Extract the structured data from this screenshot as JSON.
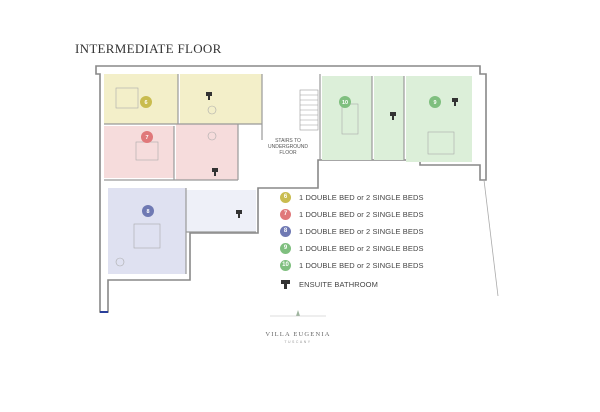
{
  "title": "INTERMEDIATE FLOOR",
  "stairs_label": "STAIRS TO UNDERGROUND FLOOR",
  "rooms": [
    {
      "id": "room-6-top",
      "number": "6",
      "color": "#c9bc4f",
      "fill": "#f3efc9"
    },
    {
      "id": "room-7",
      "number": "7",
      "color": "#e0787a",
      "fill": "#f6dcdc"
    },
    {
      "id": "room-8",
      "number": "8",
      "color": "#6f79b3",
      "fill": "#dfe1f1"
    },
    {
      "id": "room-10",
      "number": "10",
      "color": "#7fbf7f",
      "fill": "#dcefd9"
    },
    {
      "id": "room-9",
      "number": "9",
      "color": "#7fbf7f",
      "fill": "#dcefd9"
    }
  ],
  "legend": [
    {
      "number": "6",
      "color": "#c9bc4f",
      "text": "1 DOUBLE BED or 2 SINGLE BEDS"
    },
    {
      "number": "7",
      "color": "#e0787a",
      "text": "1 DOUBLE BED or 2 SINGLE BEDS"
    },
    {
      "number": "8",
      "color": "#6f79b3",
      "text": "1 DOUBLE BED or 2 SINGLE BEDS"
    },
    {
      "number": "9",
      "color": "#7fbf7f",
      "text": "1 DOUBLE BED or 2 SINGLE BEDS"
    },
    {
      "number": "10",
      "color": "#7fbf7f",
      "text": "1 DOUBLE BED or 2 SINGLE BEDS"
    }
  ],
  "ensuite_label": "ENSUITE BATHROOM",
  "logo": {
    "name": "VILLA EUGENIA",
    "sub": "TUSCANY"
  }
}
